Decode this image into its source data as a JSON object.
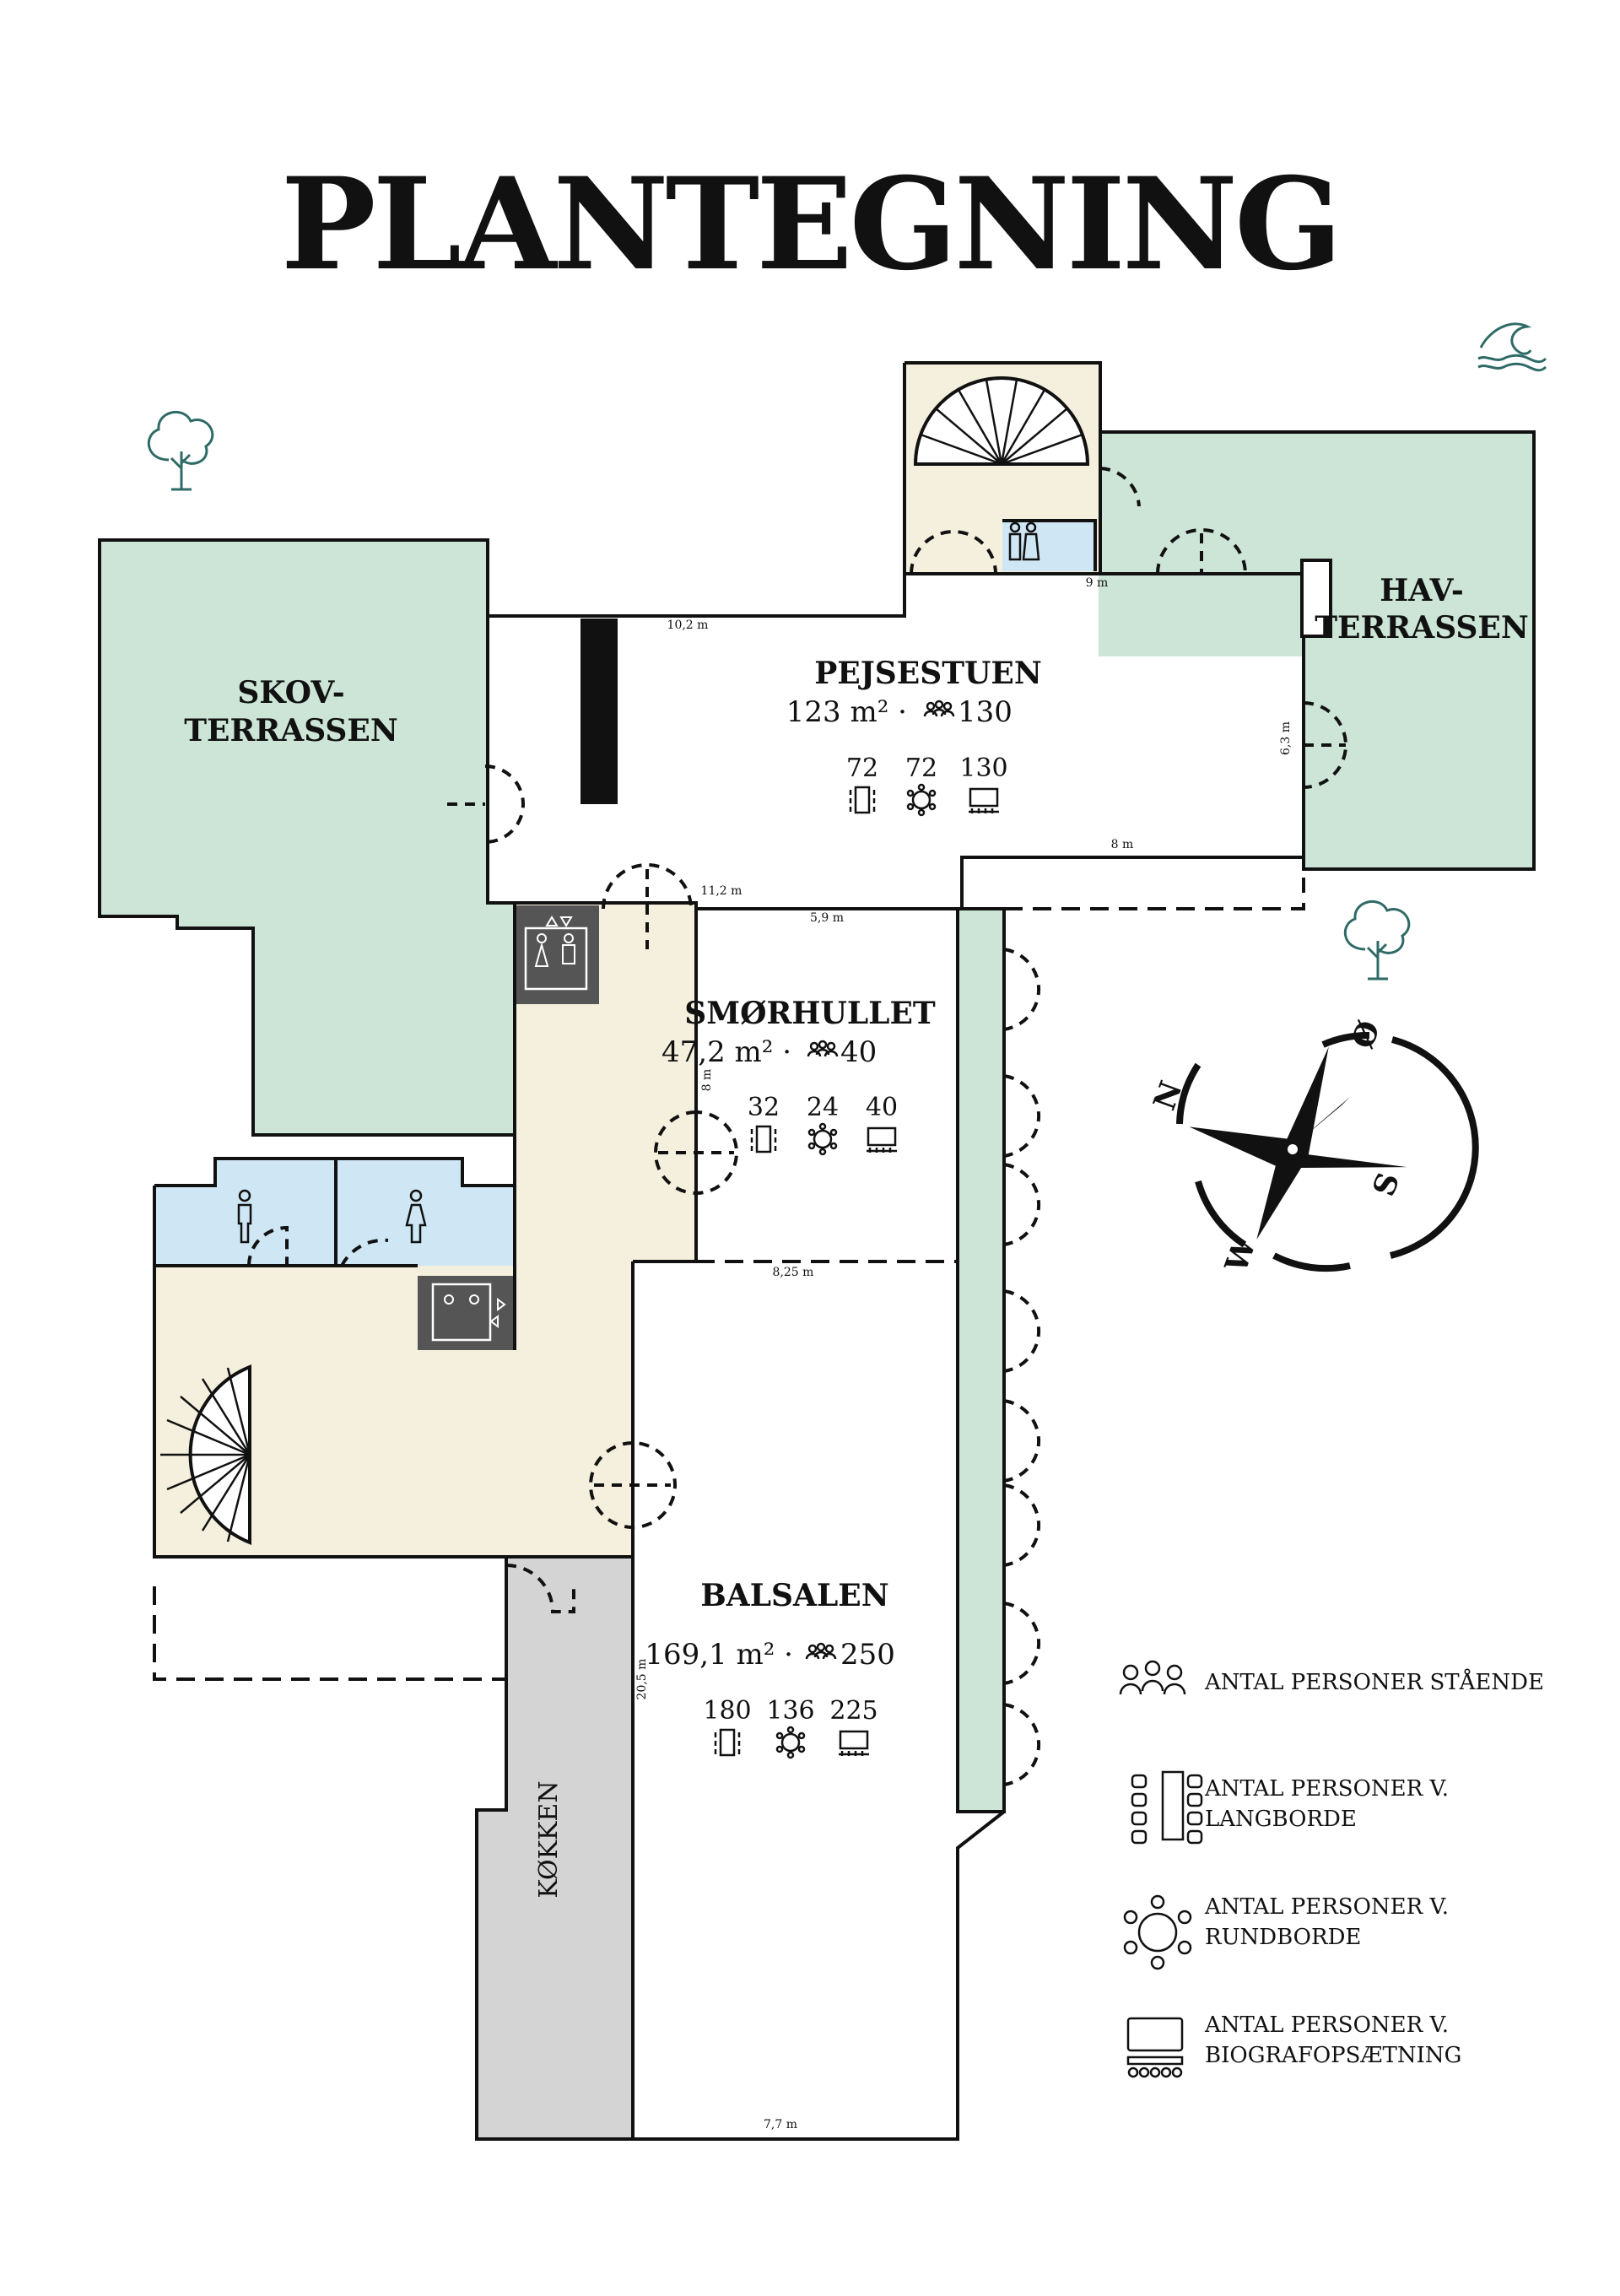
{
  "title": "PLANTEGNING",
  "colors": {
    "terrace": "#cce5d7",
    "hall": "#f4f0dd",
    "toilet": "#cfe6f4",
    "kitchen": "#d4d4d4",
    "elevator": "#555555",
    "icon_teal": "#2f6b66"
  },
  "rooms": {
    "skov": {
      "line1": "SKOV-",
      "line2": "TERRASSEN"
    },
    "hav": {
      "line1": "HAV-",
      "line2": "TERRASSEN"
    },
    "pejsestuen": {
      "name": "PEJSESTUEN",
      "area": "123 m² ·",
      "standing": "130",
      "long": "72",
      "round": "72",
      "cinema": "130"
    },
    "smorhullet": {
      "name": "SMØRHULLET",
      "area": "47,2 m² ·",
      "standing": "40",
      "long": "32",
      "round": "24",
      "cinema": "40"
    },
    "balsalen": {
      "name": "BALSALEN",
      "area": "169,1 m² ·",
      "standing": "250",
      "long": "180",
      "round": "136",
      "cinema": "225"
    },
    "kokken": {
      "name": "KØKKEN"
    }
  },
  "dimensions": {
    "d1": "10,2 m",
    "d2": "9 m",
    "d3": "6,3 m",
    "d4": "8 m",
    "d5": "11,2 m",
    "d6": "5,9 m",
    "d7": "8 m",
    "d8": "8,25 m",
    "d9": "20,5 m",
    "d10": "7,7 m"
  },
  "compass": {
    "n": "N",
    "o": "Ø",
    "s": "S",
    "w": "W"
  },
  "legend": {
    "standing": "ANTAL PERSONER STÅENDE",
    "long_1": "ANTAL PERSONER V.",
    "long_2": "LANGBORDE",
    "round_1": "ANTAL PERSONER V.",
    "round_2": "RUNDBORDE",
    "cinema_1": "ANTAL PERSONER V.",
    "cinema_2": "BIOGRAFOPSÆTNING"
  },
  "icons": [
    "wave-icon",
    "tree-icon",
    "compass-icon",
    "people-icon",
    "long-table-icon",
    "round-table-icon",
    "cinema-icon",
    "elevator-icon",
    "toilet-man-icon",
    "toilet-woman-icon"
  ]
}
